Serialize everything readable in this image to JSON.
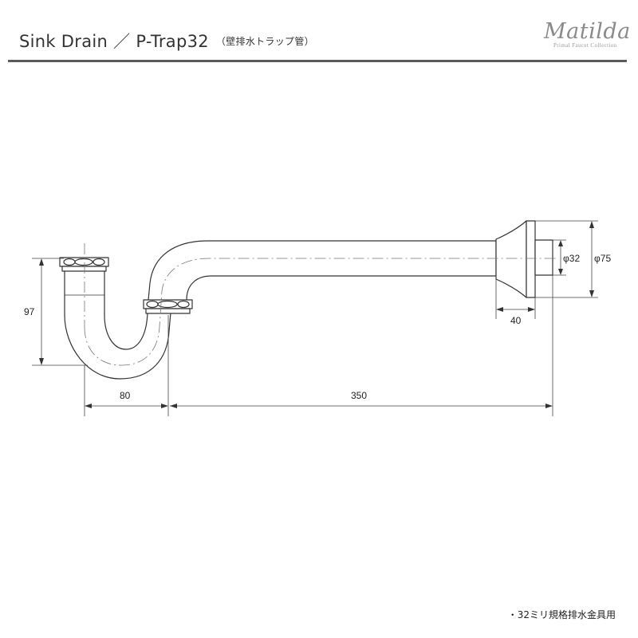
{
  "header": {
    "title": "Sink Drain ／ P-Trap32",
    "title_jp": "（壁排水トラップ管）",
    "brand_logo": "Matilda",
    "brand_tagline": "Primal Faucet Collection"
  },
  "dimensions": {
    "height_97": "97",
    "width_80": "80",
    "length_350": "350",
    "flange_40": "40",
    "diameter_32": "φ32",
    "diameter_75": "φ75"
  },
  "footer": {
    "note": "・32ミリ規格排水金具用"
  },
  "colors": {
    "line": "#333333",
    "rule": "#5b5b5b",
    "brand": "#8a8a8a"
  }
}
